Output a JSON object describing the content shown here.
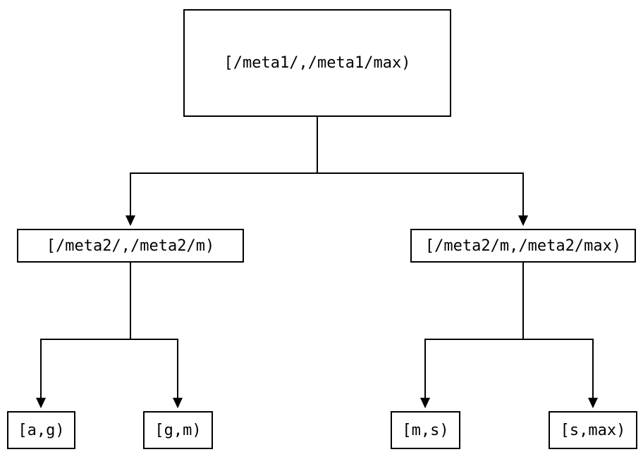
{
  "diagram": {
    "type": "tree",
    "colors": {
      "background": "#ffffff",
      "line": "#000000",
      "node_border": "#000000",
      "text": "#000000"
    },
    "nodes": [
      {
        "id": "root",
        "label": "[/meta1/,/meta1/max)"
      },
      {
        "id": "meta2-lower",
        "label": "[/meta2/,/meta2/m)"
      },
      {
        "id": "meta2-upper",
        "label": "[/meta2/m,/meta2/max)"
      },
      {
        "id": "leaf-a-g",
        "label": "[a,g)"
      },
      {
        "id": "leaf-g-m",
        "label": "[g,m)"
      },
      {
        "id": "leaf-m-s",
        "label": "[m,s)"
      },
      {
        "id": "leaf-s-max",
        "label": "[s,max)"
      }
    ],
    "edges": [
      {
        "from": "root",
        "to": "meta2-lower"
      },
      {
        "from": "root",
        "to": "meta2-upper"
      },
      {
        "from": "meta2-lower",
        "to": "leaf-a-g"
      },
      {
        "from": "meta2-lower",
        "to": "leaf-g-m"
      },
      {
        "from": "meta2-upper",
        "to": "leaf-m-s"
      },
      {
        "from": "meta2-upper",
        "to": "leaf-s-max"
      }
    ]
  }
}
